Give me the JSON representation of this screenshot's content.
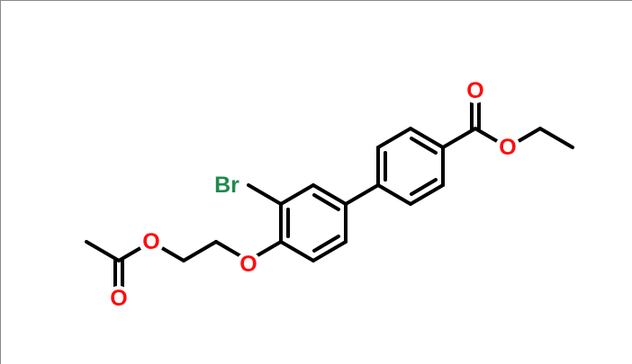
{
  "molecule": {
    "atoms": {
      "o_carbonyl_ester": "O",
      "o_ether_ester": "O",
      "br": "Br",
      "o_aryl_ether": "O",
      "o_acetate_ether": "O",
      "o_acetate_carbonyl": "O"
    }
  },
  "colors": {
    "bond": "#000000",
    "oxygen": "#ff0d0d",
    "bromine": "#1f8a4c",
    "background": "#ffffff",
    "frame_border": "#8a8a8a"
  }
}
